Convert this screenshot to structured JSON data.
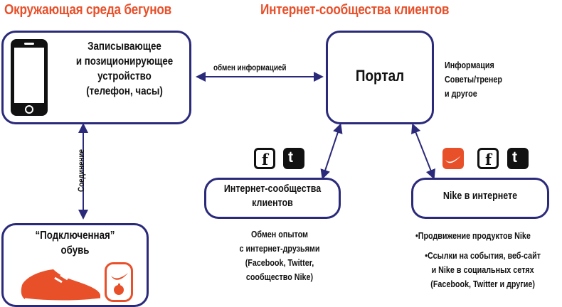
{
  "headers": {
    "left": "Окружающая среда бегунов",
    "right": "Интернет-сообщества клиентов"
  },
  "device_box": {
    "text": "Записывающее\nи позиционирующее\nустройство\n(телефон, часы)",
    "icon": "smartphone-icon"
  },
  "portal_box": {
    "text": "Портал"
  },
  "portal_info": "Информация\nСоветы/тренер\nи другое",
  "exchange_label": "обмен информацией",
  "connection_label": "Соединение",
  "shoe_box": {
    "text": "“Подключенная”\nобувь",
    "icons": [
      "shoe-icon",
      "nike-sensor-icon"
    ]
  },
  "community_box": {
    "text": "Интернет-сообщества\nклиентов",
    "icons": [
      "facebook-icon",
      "twitter-icon"
    ],
    "description": "Обмен опытом\nс интернет-друзьями\n(Facebook, Twitter,\nсообщество Nike)"
  },
  "nike_box": {
    "text": "Nike в интернете",
    "icons": [
      "nike-icon",
      "facebook-icon",
      "twitter-icon"
    ],
    "bullets": [
      "•Продвижение продуктов Nike",
      "•Ссылки на события, веб-сайт\nи Nike в социальных сетях\n(Facebook, Twitter и другие)"
    ]
  },
  "icon_glyphs": {
    "facebook": "f",
    "twitter": "t"
  },
  "colors": {
    "accent": "#e8502a",
    "border": "#2b2a7a",
    "text": "#111111"
  }
}
